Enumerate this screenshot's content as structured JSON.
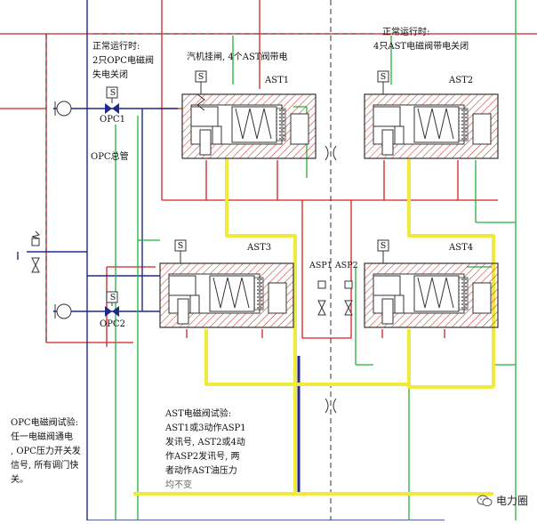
{
  "labels": {
    "normal_left": "正常运行时:",
    "opc_two": "2只OPC电磁阀",
    "opc_lost": "失电关闭",
    "trip": "汽机挂闸, 4个AST阀带电",
    "normal_right": "正常运行时:",
    "ast_four": "4只AST电磁阀带电关闭",
    "ast1": "AST1",
    "ast2": "AST2",
    "ast3": "AST3",
    "ast4": "AST4",
    "opc1": "OPC1",
    "opc2": "OPC2",
    "opc_header": "OPC总管",
    "asp": "ASP1 ASP2",
    "s": "S"
  },
  "notes": {
    "opc_test": [
      "OPC电磁阀试验:",
      "任一电磁阀通电",
      ", OPC压力开关发",
      "信号, 所有调门快",
      "关。"
    ],
    "ast_test": [
      "AST电磁阀试验:",
      "AST1或3动作ASP1",
      "发讯号, AST2或4动",
      "作ASP2发讯号, 两",
      "者动作AST油压力"
    ],
    "ast_test_tail": "均不变"
  },
  "watermark": {
    "text": "电力圈",
    "icon": "wechat-icon"
  },
  "colors": {
    "red": "#d42020",
    "navy": "#1f2a8a",
    "green": "#22b23a",
    "yellow": "#f2ea3a",
    "hatch": "#c0392b"
  }
}
